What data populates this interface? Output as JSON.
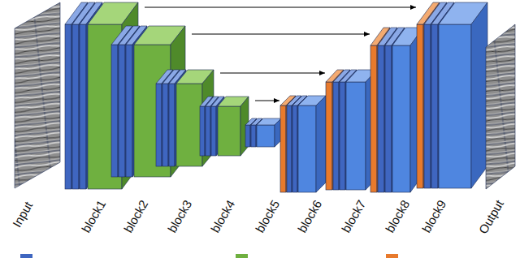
{
  "diagram": {
    "nodes": [
      {
        "text": [
          "Input"
        ]
      },
      {
        "text": [
          "block1"
        ]
      },
      {
        "text": [
          "block2"
        ]
      },
      {
        "text": [
          "block3"
        ]
      },
      {
        "text": [
          "block4"
        ]
      },
      {
        "text": [
          "block5"
        ]
      },
      {
        "text": [
          "block6"
        ]
      },
      {
        "text": [
          "block7"
        ]
      },
      {
        "text": [
          "block8"
        ]
      },
      {
        "text": [
          "block9"
        ]
      },
      {
        "text": [
          "Output"
        ]
      }
    ],
    "edges": [
      {
        "from": 1,
        "to": 9,
        "arrow": "to"
      },
      {
        "from": 2,
        "to": 8,
        "arrow": "to"
      },
      {
        "from": 3,
        "to": 7,
        "arrow": "to"
      },
      {
        "from": 4,
        "to": 6,
        "arrow": "to"
      }
    ]
  }
}
